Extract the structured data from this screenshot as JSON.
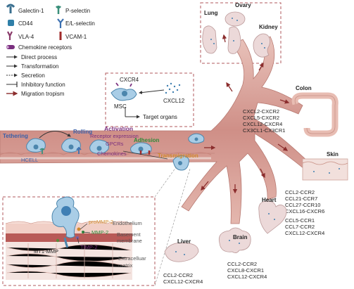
{
  "legend": {
    "galectin": "Galectin-1",
    "pselectin": "P-selectin",
    "cd44": "CD44",
    "eselectin": "E/L-selectin",
    "vla4": "VLA-4",
    "vcam1": "VCAM-1",
    "chemokine_receptors": "Chemokine receptors",
    "direct": "Direct process",
    "transformation": "Transformation",
    "secretion": "Secretion",
    "inhibitory": "Inhibitory function",
    "migration": "Migration tropism"
  },
  "inset": {
    "cxcr4": "CXCR4",
    "msc": "MSC",
    "cxcl12": "CXCL12",
    "target": "Target organs"
  },
  "vessel": {
    "tethering": "Tethering",
    "hcell": "HCELL",
    "rolling": "Rolling",
    "activation": "Activation",
    "receptor_expression": "Receptor expression",
    "gpcrs": "GPCRs",
    "chemokines": "Chemokines",
    "adhesion": "Adhesion",
    "transmigration": "Transmigration"
  },
  "zoom": {
    "prommp2": "proMMP-2",
    "mmp2": "MMP-2",
    "timp2": "TIMP-2",
    "mt1mmp": "MT1-MMP",
    "endothelium": "Endothelium",
    "basement1": "Basement",
    "basement2": "membrane",
    "ecm1": "Extracelluar",
    "ecm2": "matrix"
  },
  "organs": {
    "lung": "Lung",
    "ovary": "Ovary",
    "kidney": "Kidney",
    "colon": "Colon",
    "skin": "Skin",
    "heart": "Heart",
    "brain": "Brain",
    "liver": "Liver"
  },
  "axes": {
    "colon": [
      "CXCL2-CXCR2",
      "CXCL5-CXCR2",
      "CXCL12-CXCR4",
      "CX3CL1-CX3CR1"
    ],
    "skin": [
      "CCL2-CCR2",
      "CCL21-CCR7",
      "CCL27-CCR10",
      "CXCL16-CXCR6"
    ],
    "heart": [
      "CCL5-CCR1",
      "CCL7-CCR2",
      "CXCL12-CXCR4"
    ],
    "brain": [
      "CCL2-CCR2",
      "CXCL8-CXCR1",
      "CXCL12-CXCR4"
    ],
    "liver": [
      "CCL2-CCR2",
      "CXCL12-CXCR4"
    ]
  },
  "colors": {
    "vessel": "#c98a84",
    "vessel_light": "#e8c4bd",
    "cell": "#6fa3c7",
    "purple": "#7a2f7f",
    "green": "#2f8a3a",
    "orange": "#d08a2c",
    "brown": "#8b3a2e"
  }
}
